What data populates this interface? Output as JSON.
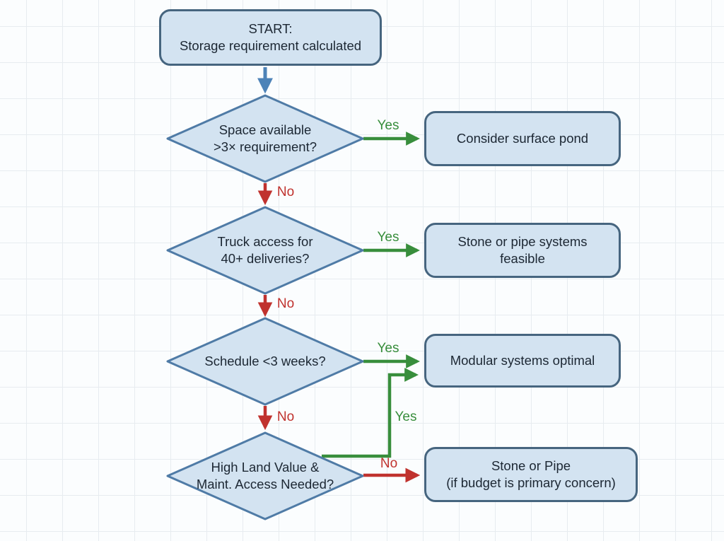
{
  "flowchart": {
    "start": {
      "line1": "START:",
      "line2": "Storage requirement calculated"
    },
    "decisions": [
      {
        "line1": "Space available",
        "line2": ">3× requirement?"
      },
      {
        "line1": "Truck access for",
        "line2": "40+ deliveries?"
      },
      {
        "line1": "Schedule <3 weeks?",
        "line2": ""
      },
      {
        "line1": "High Land Value &",
        "line2": "Maint. Access Needed?"
      }
    ],
    "outcomes": [
      {
        "line1": "Consider surface pond",
        "line2": ""
      },
      {
        "line1": "Stone or pipe systems",
        "line2": "feasible"
      },
      {
        "line1": "Modular systems optimal",
        "line2": ""
      },
      {
        "line1": "Stone or Pipe",
        "line2": "(if budget is primary concern)"
      }
    ],
    "labels": {
      "yes": "Yes",
      "no": "No"
    },
    "colors": {
      "yes_edge": "#388e3c",
      "no_edge": "#c0322e",
      "start_edge": "#4d83b8",
      "node_fill": "#d3e3f1",
      "node_border": "#46657f",
      "diamond_border": "#4f7ba6",
      "text": "#1c2733"
    }
  }
}
